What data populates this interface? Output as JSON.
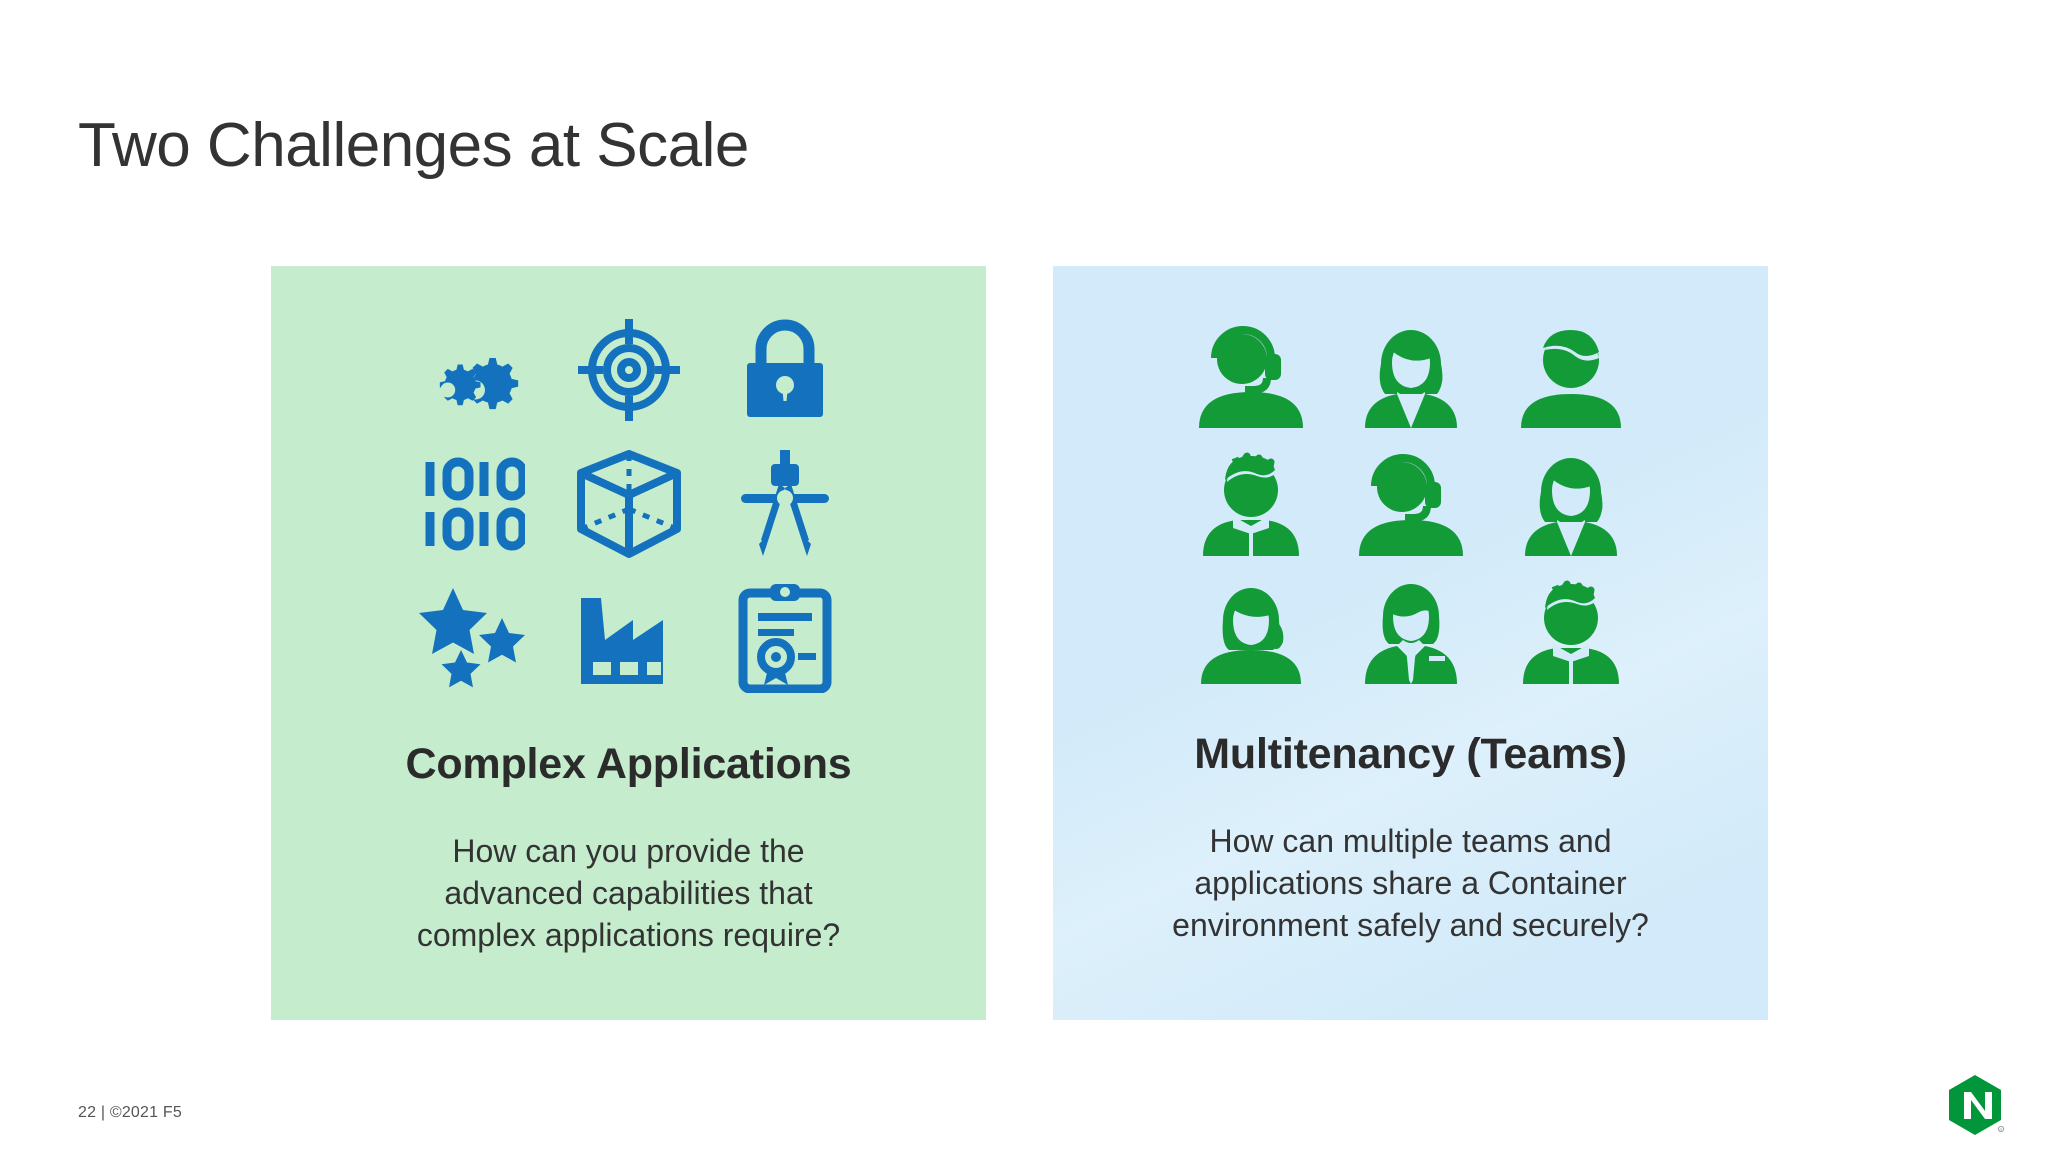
{
  "slide": {
    "title": "Two Challenges at Scale",
    "footer_note": "22 | ©2021 F5",
    "logo_name": "NGINX",
    "background_color": "#ffffff",
    "title_color": "#333333"
  },
  "cards": [
    {
      "id": "complex-applications",
      "heading": "Complex Applications",
      "body": "How can you provide the\nadvanced capabilities that\ncomplex applications require?",
      "background_color": "#c5edcd",
      "icon_color": "#1371bd",
      "icons": [
        "gears-icon",
        "target-icon",
        "padlock-icon",
        "binary-code-icon",
        "wireframe-cube-icon",
        "drafting-compass-icon",
        "stars-icon",
        "factory-icon",
        "clipboard-award-icon"
      ]
    },
    {
      "id": "multitenancy-teams",
      "heading": "Multitenancy (Teams)",
      "body": "How can multiple teams and\napplications share a Container\nenvironment safely and securely?",
      "background_color": "#d2eaf9",
      "icon_color": "#139b38",
      "icons": [
        "person-headset-icon",
        "person-woman-suit-icon",
        "person-man-short-hair-icon",
        "person-spiky-bowtie-icon",
        "person-headset-icon",
        "person-woman-blazer-icon",
        "person-woman-ponytail-icon",
        "person-man-tie-icon",
        "person-spiky-bowtie-icon"
      ]
    }
  ]
}
